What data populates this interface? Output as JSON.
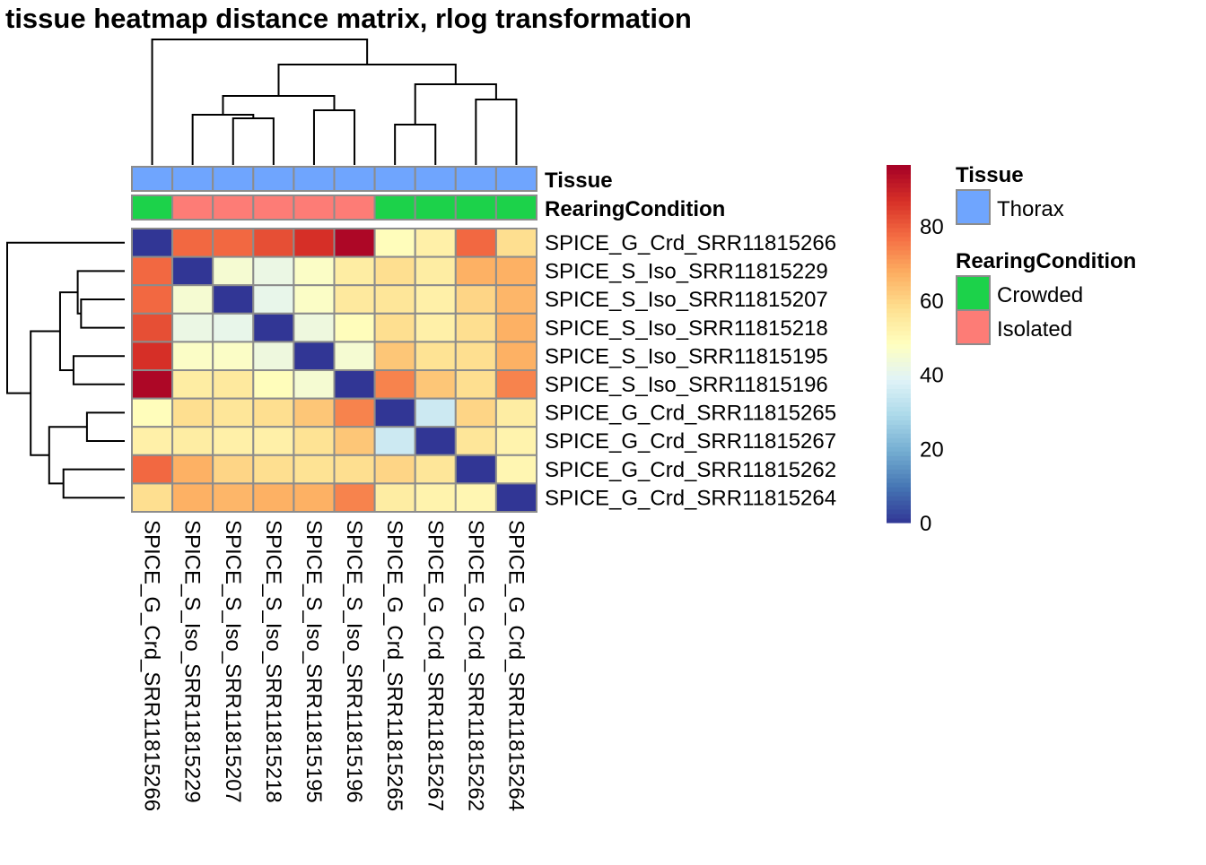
{
  "chart_data": {
    "type": "heatmap",
    "title": "tissue heatmap distance matrix, rlog transformation",
    "samples": [
      "SPICE_G_Crd_SRR11815266",
      "SPICE_S_Iso_SRR11815229",
      "SPICE_S_Iso_SRR11815207",
      "SPICE_S_Iso_SRR11815218",
      "SPICE_S_Iso_SRR11815195",
      "SPICE_S_Iso_SRR11815196",
      "SPICE_G_Crd_SRR11815265",
      "SPICE_G_Crd_SRR11815267",
      "SPICE_G_Crd_SRR11815262",
      "SPICE_G_Crd_SRR11815264"
    ],
    "values": [
      [
        0,
        78,
        78,
        82,
        87,
        95,
        49,
        53,
        78,
        58
      ],
      [
        78,
        0,
        45,
        42,
        47,
        54,
        58,
        54,
        67,
        67
      ],
      [
        78,
        45,
        0,
        41,
        47,
        55,
        56,
        53,
        60,
        66
      ],
      [
        82,
        42,
        41,
        0,
        43,
        49,
        58,
        53,
        58,
        67
      ],
      [
        87,
        47,
        47,
        43,
        0,
        45,
        63,
        57,
        58,
        67
      ],
      [
        95,
        54,
        55,
        49,
        45,
        0,
        74,
        63,
        58,
        74
      ],
      [
        49,
        58,
        56,
        58,
        63,
        74,
        0,
        35,
        60,
        54
      ],
      [
        53,
        54,
        53,
        53,
        57,
        63,
        35,
        0,
        56,
        52
      ],
      [
        78,
        67,
        60,
        58,
        57,
        58,
        60,
        56,
        0,
        51
      ],
      [
        58,
        67,
        66,
        67,
        67,
        74,
        54,
        52,
        51,
        0
      ]
    ],
    "color_scale": {
      "min": 0,
      "max": 96.5,
      "palette": [
        "#313695",
        "#4575b4",
        "#74add1",
        "#abd9e9",
        "#e0f3f8",
        "#ffffbf",
        "#fee090",
        "#fdae61",
        "#f46d43",
        "#d73027",
        "#a50026"
      ],
      "ticks": [
        0,
        20,
        40,
        60,
        80
      ]
    },
    "annotations": [
      {
        "name": "Tissue",
        "values": [
          "Thorax",
          "Thorax",
          "Thorax",
          "Thorax",
          "Thorax",
          "Thorax",
          "Thorax",
          "Thorax",
          "Thorax",
          "Thorax"
        ]
      },
      {
        "name": "RearingCondition",
        "values": [
          "Crowded",
          "Isolated",
          "Isolated",
          "Isolated",
          "Isolated",
          "Isolated",
          "Crowded",
          "Crowded",
          "Crowded",
          "Crowded"
        ]
      }
    ],
    "legend": {
      "placement": "right",
      "groups": [
        {
          "title": "Tissue",
          "items": [
            {
              "label": "Thorax",
              "color": "#6fa5fe"
            }
          ]
        },
        {
          "title": "RearingCondition",
          "items": [
            {
              "label": "Crowded",
              "color": "#1cd24a"
            },
            {
              "label": "Isolated",
              "color": "#fd7c76"
            }
          ]
        }
      ]
    }
  }
}
